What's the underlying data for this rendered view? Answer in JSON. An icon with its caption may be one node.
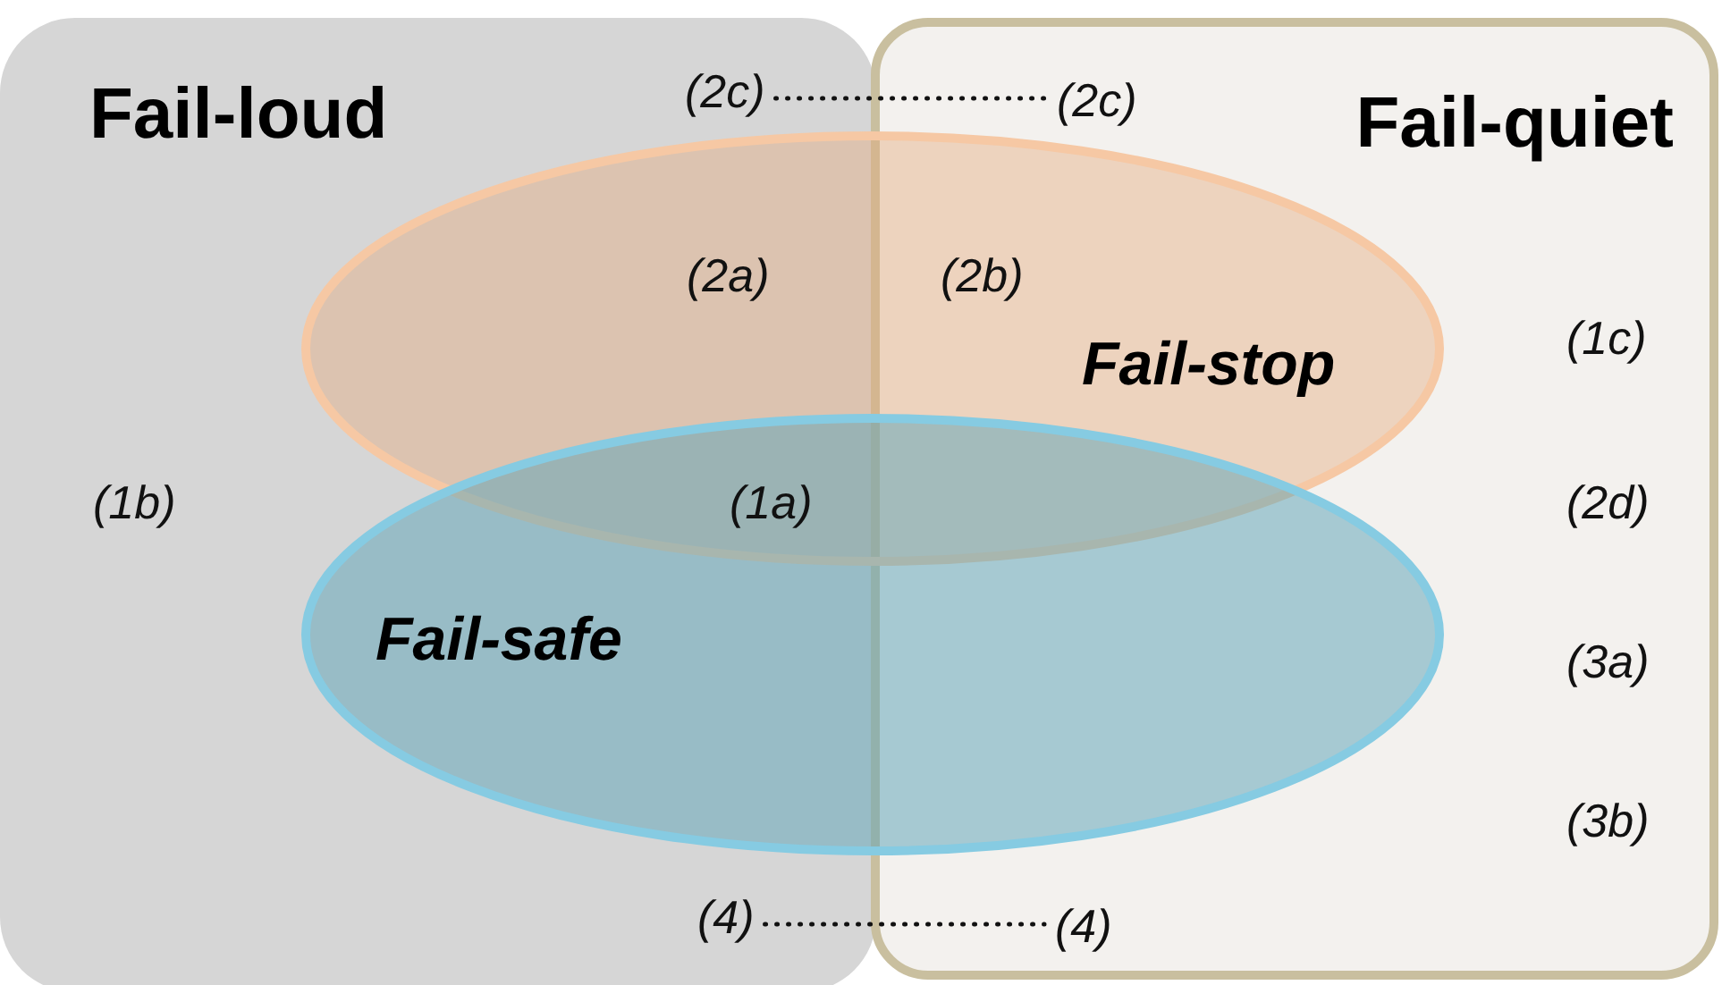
{
  "diagram": {
    "nodes": [
      {
        "text": [
          "Fail-loud"
        ]
      },
      {
        "text": [
          "Fail-quiet"
        ]
      },
      {
        "text": [
          "Fail-stop"
        ]
      },
      {
        "text": [
          "Fail-safe"
        ]
      },
      {
        "text": [
          "(2c)"
        ],
        "in": 0
      },
      {
        "text": [
          "(2c)"
        ],
        "in": 1
      },
      {
        "text": [
          "(4)"
        ],
        "in": 0
      },
      {
        "text": [
          "(4)"
        ],
        "in": 1
      }
    ],
    "edges": [
      {
        "from": 4,
        "to": 5,
        "arrow": "none",
        "style": "dashed"
      },
      {
        "from": 6,
        "to": 7,
        "arrow": "none",
        "style": "dashed"
      }
    ],
    "labels": [
      "(2a)",
      "(2b)",
      "(1c)",
      "(1b)",
      "(1a)",
      "(2d)",
      "(3a)",
      "(3b)"
    ]
  }
}
